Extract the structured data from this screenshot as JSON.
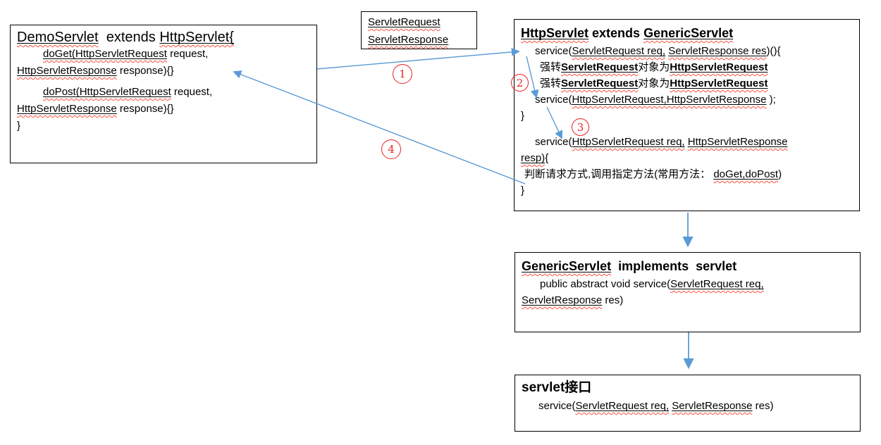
{
  "colors": {
    "arrow_blue": "#5b9bd5",
    "step_red": "#ef2020",
    "squiggle_red": "#ff4f42",
    "border": "#000000"
  },
  "steps": {
    "n1": "1",
    "n2": "2",
    "n3": "3",
    "n4": "4"
  },
  "boxes": {
    "demo": {
      "lines": [
        {
          "cls": "title",
          "toks": [
            {
              "s": "u w",
              "t": "DemoServlet"
            },
            {
              "t": "  extends "
            },
            {
              "s": "u w",
              "t": "HttpServlet{"
            }
          ]
        },
        {
          "cls": "indent",
          "toks": [
            {
              "s": "u w",
              "t": "doGet(HttpServletRequest"
            },
            {
              "t": " request,"
            }
          ]
        },
        {
          "toks": [
            {
              "s": "u w",
              "t": "HttpServletResponse"
            },
            {
              "t": " response){}"
            }
          ]
        },
        {
          "cls": "indent gap",
          "toks": [
            {
              "s": "u w",
              "t": "doPost(HttpServletRequest"
            },
            {
              "t": " request,"
            }
          ]
        },
        {
          "toks": [
            {
              "s": "u w",
              "t": "HttpServletResponse"
            },
            {
              "t": " response){}"
            }
          ]
        },
        {
          "toks": [
            {
              "t": "}"
            }
          ]
        }
      ]
    },
    "reqres": {
      "lines": [
        {
          "toks": [
            {
              "s": "u w",
              "t": "ServletRequest"
            }
          ]
        },
        {
          "toks": [
            {
              "s": "u w",
              "t": "ServletResponse"
            }
          ]
        }
      ]
    },
    "http": {
      "lines": [
        {
          "cls": "title",
          "toks": [
            {
              "s": "b u w",
              "t": "HttpServlet"
            },
            {
              "s": "b",
              "t": " extends "
            },
            {
              "s": "b u w",
              "t": "GenericServlet"
            }
          ]
        },
        {
          "cls": "indent",
          "toks": [
            {
              "t": "service("
            },
            {
              "s": "u w",
              "t": "ServletRequest req,"
            },
            {
              "t": " "
            },
            {
              "s": "u w",
              "t": "ServletResponse res"
            },
            {
              "t": ")(){"
            }
          ]
        },
        {
          "cls": "indent2",
          "toks": [
            {
              "t": "强转"
            },
            {
              "s": "b u w",
              "t": "ServletRequest"
            },
            {
              "t": "对象为"
            },
            {
              "s": "b u w",
              "t": "HttpServletRequest"
            }
          ]
        },
        {
          "cls": "indent2",
          "toks": [
            {
              "t": "强转"
            },
            {
              "s": "b u w",
              "t": "ServletRequest"
            },
            {
              "t": "对象为"
            },
            {
              "s": "b u w",
              "t": "HttpServletRequest"
            }
          ]
        },
        {
          "cls": "indent",
          "toks": [
            {
              "t": "service("
            },
            {
              "s": "u w",
              "t": "HttpServletRequest,HttpServletResponse"
            },
            {
              "t": " );"
            }
          ]
        },
        {
          "toks": [
            {
              "t": "}"
            }
          ]
        },
        {
          "cls": "spacer",
          "toks": []
        },
        {
          "cls": "indent",
          "toks": [
            {
              "t": "service("
            },
            {
              "s": "u w",
              "t": "HttpServletRequest req,"
            },
            {
              "t": " "
            },
            {
              "s": "u w",
              "t": "HttpServletResponse"
            }
          ]
        },
        {
          "toks": [
            {
              "s": "u w",
              "t": "resp)"
            },
            {
              "t": "{"
            }
          ]
        },
        {
          "cls": "cn",
          "toks": [
            {
              "t": "判断请求方式,调用指定方法(常用方法： "
            },
            {
              "s": "u w",
              "t": "doGet,doPost"
            },
            {
              "t": ")"
            }
          ]
        },
        {
          "toks": [
            {
              "t": "}"
            }
          ]
        }
      ]
    },
    "generic": {
      "lines": [
        {
          "cls": "title",
          "toks": [
            {
              "s": "b u w",
              "t": "GenericServlet"
            },
            {
              "s": "b",
              "t": "  implements  servlet"
            }
          ]
        },
        {
          "cls": "indent",
          "toks": [
            {
              "t": "public abstract void service("
            },
            {
              "s": "u w",
              "t": "ServletRequest req,"
            }
          ]
        },
        {
          "toks": [
            {
              "s": "u w",
              "t": "ServletResponse"
            },
            {
              "t": " res)"
            }
          ]
        }
      ]
    },
    "iface": {
      "lines": [
        {
          "cls": "title",
          "toks": [
            {
              "s": "b",
              "t": "servlet接口"
            }
          ]
        },
        {
          "cls": "indent",
          "toks": [
            {
              "t": "service("
            },
            {
              "s": "u w",
              "t": "ServletRequest req,"
            },
            {
              "t": " "
            },
            {
              "s": "u w",
              "t": "ServletResponse"
            },
            {
              "t": " res)"
            }
          ]
        }
      ]
    }
  }
}
